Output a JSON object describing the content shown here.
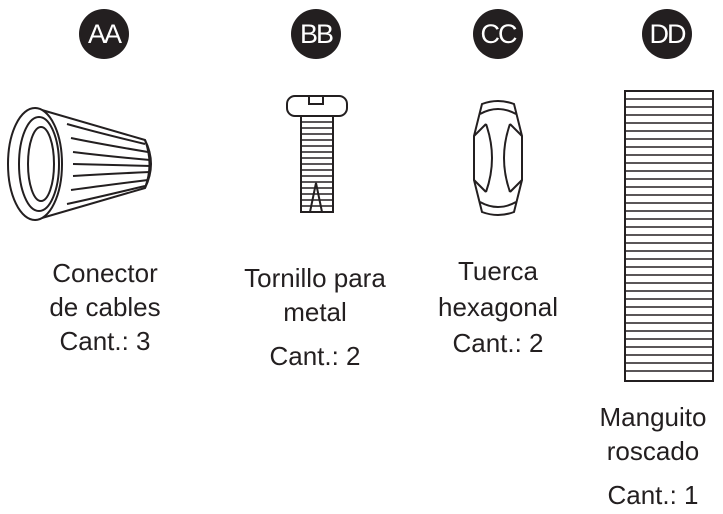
{
  "parts": [
    {
      "badge": "AA",
      "name_line1": "Conector",
      "name_line2": "de cables",
      "qty": "Cant.: 3",
      "icon": "wire-connector-icon"
    },
    {
      "badge": "BB",
      "name_line1": "Tornillo para",
      "name_line2": "metal",
      "qty": "Cant.: 2",
      "icon": "machine-screw-icon"
    },
    {
      "badge": "CC",
      "name_line1": "Tuerca",
      "name_line2": "hexagonal",
      "qty": "Cant.: 2",
      "icon": "hex-nut-icon"
    },
    {
      "badge": "DD",
      "name_line1": "Manguito",
      "name_line2": "roscado",
      "qty": "Cant.: 1",
      "icon": "threaded-sleeve-icon"
    }
  ],
  "colors": {
    "ink": "#231f20",
    "badge_text": "#ffffff",
    "background": "#ffffff"
  }
}
